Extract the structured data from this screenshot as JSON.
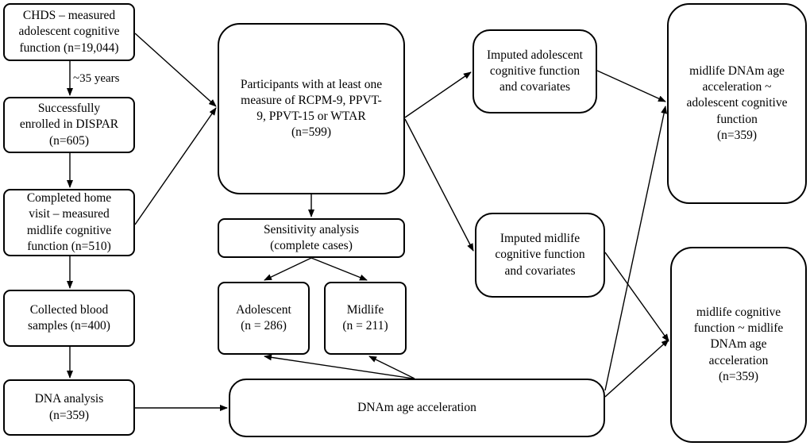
{
  "nodes": {
    "chds": [
      "CHDS – measured",
      "adolescent cognitive",
      "function (n=19,044)"
    ],
    "enrolled": [
      "Successfully",
      "enrolled in DISPAR",
      "(n=605)"
    ],
    "homevisit": [
      "Completed home",
      "visit – measured",
      "midlife cognitive",
      "function (n=510)"
    ],
    "blood": [
      "Collected blood",
      "samples (n=400)"
    ],
    "dna": [
      "DNA analysis",
      "(n=359)"
    ],
    "participants": [
      "Participants with at least one",
      "measure of RCPM-9, PPVT-",
      "9, PPVT-15 or WTAR",
      "(n=599)"
    ],
    "sensitivity": [
      "Sensitivity analysis",
      "(complete cases)"
    ],
    "adolescent": [
      "Adolescent",
      "(n = 286)"
    ],
    "midlife": [
      "Midlife",
      "(n = 211)"
    ],
    "dnam": [
      "DNAm age acceleration"
    ],
    "imp_adol": [
      "Imputed adolescent",
      "cognitive function",
      "and covariates"
    ],
    "imp_mid": [
      "Imputed midlife",
      "cognitive function",
      "and covariates"
    ],
    "model1": [
      "midlife DNAm age",
      "acceleration ~",
      "adolescent cognitive",
      "function",
      "(n=359)"
    ],
    "model2": [
      "midlife cognitive",
      "function  ~ midlife",
      "DNAm age",
      "acceleration",
      "(n=359)"
    ]
  },
  "edge_label": "~35 years"
}
